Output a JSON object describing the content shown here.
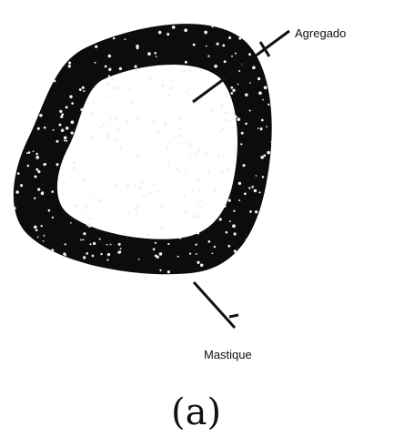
{
  "diagram": {
    "labels": {
      "aggregate": "Agregado",
      "matrix": "Mastique"
    },
    "caption": "(a)",
    "colors": {
      "shell": "#0c0c0c",
      "speckle": "#f2f2f2",
      "line": "#111111"
    }
  }
}
